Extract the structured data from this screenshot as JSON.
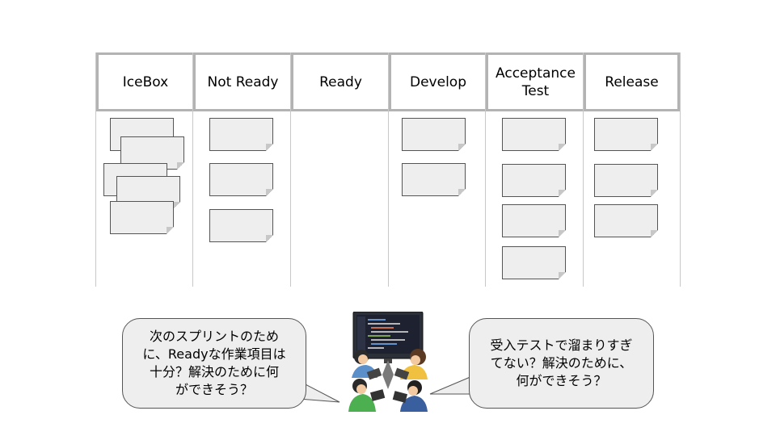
{
  "board": {
    "columns": [
      {
        "label": "IceBox",
        "notes": 5
      },
      {
        "label": "Not Ready",
        "notes": 3
      },
      {
        "label": "Ready",
        "notes": 0
      },
      {
        "label": "Develop",
        "notes": 2
      },
      {
        "label": "Acceptance\nTest",
        "notes": 4
      },
      {
        "label": "Release",
        "notes": 3
      }
    ]
  },
  "bubbles": {
    "left": "次のスプリントのため\nに、Readyな作業項目は\n十分？解決のために何\nができそう？",
    "right": "受入テストで溜まりすぎ\nてない？解決のために、\n何ができそう？"
  },
  "colors": {
    "grid": "#c8c8c8",
    "header_border": "#b3b3b3",
    "note_fill": "#eeeeee",
    "outline": "#555555"
  },
  "icons": {
    "illustration": "team-discussion-illustration"
  }
}
